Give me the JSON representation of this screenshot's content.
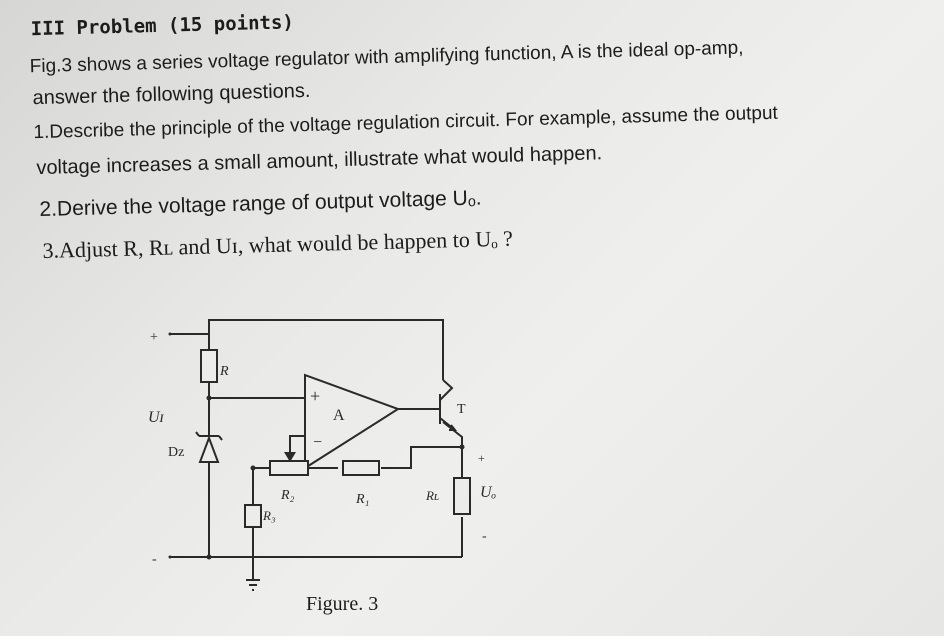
{
  "problem": {
    "title": "III Problem (15 points)",
    "intro_line1": "Fig.3 shows a series voltage regulator with amplifying function, A is the ideal op-amp,",
    "intro_line2": "answer the following questions.",
    "q1_line1": "1.Describe the principle of the voltage regulation circuit. For example, assume the output",
    "q1_line2": "voltage increases a small amount, illustrate what would happen.",
    "q2": "2.Derive the voltage range of output voltage Uₒ.",
    "q3": "3.Adjust R, Rʟ and Uɪ, what would be happen to Uₒ ?"
  },
  "figure": {
    "caption": "Figure. 3",
    "labels": {
      "input_plus": "+",
      "input_minus": "-",
      "input_voltage": "Uɪ",
      "resistor_r": "R",
      "zener": "Dz",
      "opamp": "A",
      "opamp_plus": "+",
      "opamp_minus": "−",
      "transistor": "T",
      "r1": "R₁",
      "r2": "R₂",
      "r3": "R₃",
      "rl": "Rʟ",
      "output_voltage": "Uₒ",
      "output_plus": "+",
      "output_minus": "-"
    }
  }
}
